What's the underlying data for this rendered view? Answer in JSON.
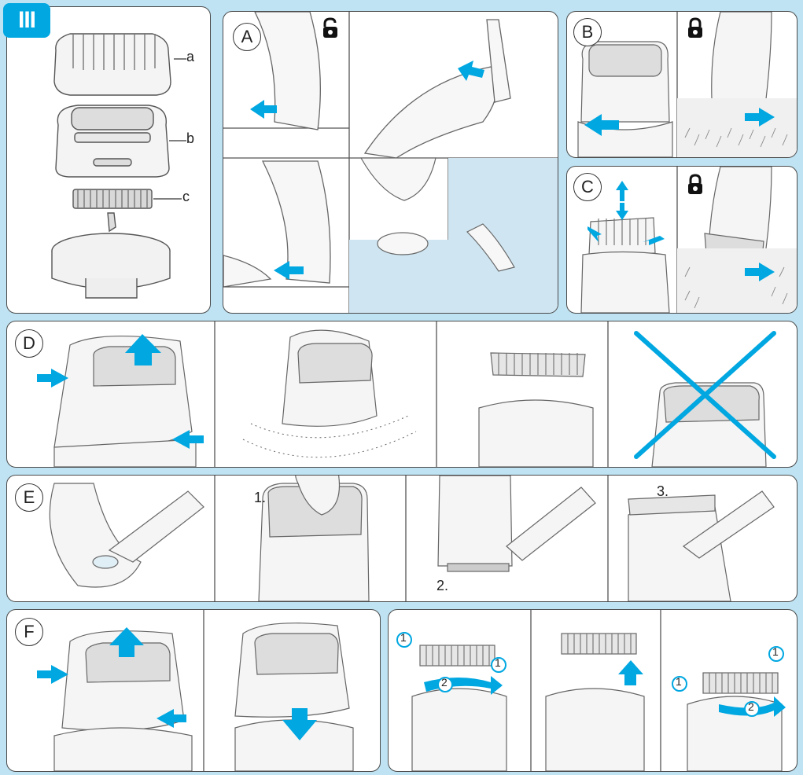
{
  "title_badge": "III",
  "parts": {
    "a": "a",
    "b": "b",
    "c": "c"
  },
  "sections": {
    "A": "A",
    "B": "B",
    "C": "C",
    "D": "D",
    "E": "E",
    "F": "F"
  },
  "steps_E": {
    "one": "1.",
    "two": "2.",
    "three": "3."
  },
  "steps_F": [
    "1",
    "1",
    "2",
    "1",
    "1",
    "2"
  ],
  "icons": {
    "unlocked": "unlocked-padlock-icon",
    "locked": "locked-padlock-icon"
  },
  "colors": {
    "accent": "#00a7e1",
    "background": "#bfe3f3",
    "skin_tint": "#cfe6f2"
  }
}
